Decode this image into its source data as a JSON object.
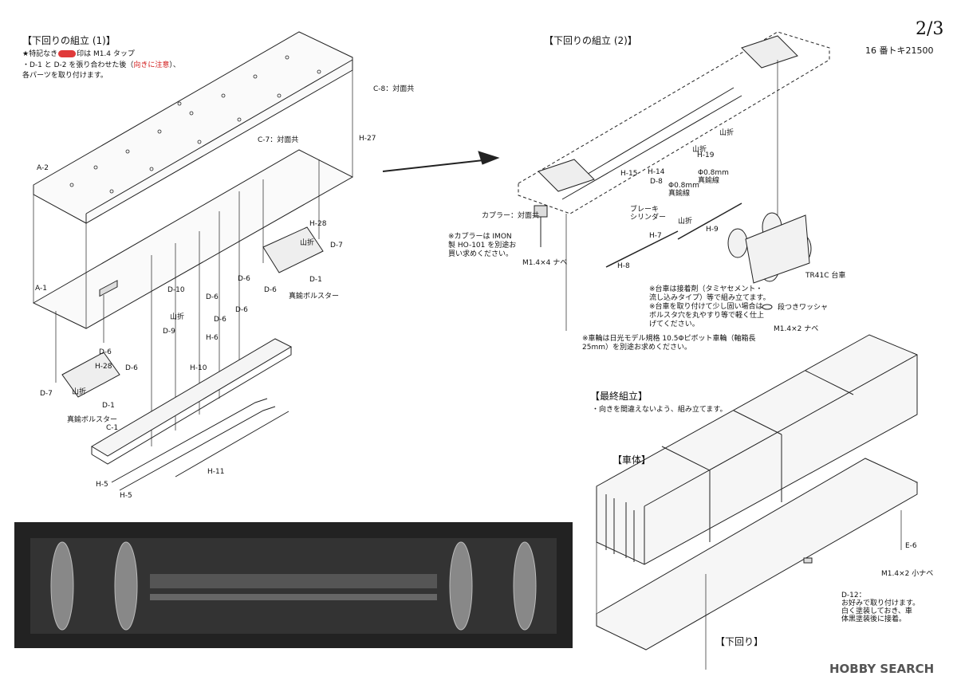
{
  "page_number": "2/3",
  "model_name": "16 番トキ21500",
  "section1": {
    "title": "【下回りの組立 (1)】",
    "note1_pre": "★特記なき",
    "note1_post": "印は M1.4 タップ",
    "note2_pre": "・D-1 と D-2 を張り合わせた後（",
    "note2_red": "向きに注意",
    "note2_post": "）、",
    "note3": "各パーツを取り付けます。"
  },
  "section2": {
    "title": "【下回りの組立 (2)】",
    "coupler_label": "カプラー：対面共",
    "coupler_note": [
      "※カプラーは IMON",
      "製 HO-101 を別途お",
      "買い求めください。"
    ],
    "screw1": "M1.4×4 ナベ",
    "truck_label": "TR41C 台車",
    "washer_label": "段つきワッシャ",
    "screw2": "M1.4×2 ナベ",
    "truck_note": [
      "※台車は接着剤（タミヤセメント・",
      "流し込みタイプ）等で組み立てます。",
      "※台車を取り付けて少し固い場合は",
      "ボルスタ穴を丸やすり等で軽く仕上",
      "げてください。"
    ],
    "wheel_note": [
      "※車輪は日光モデル規格 10.5Φピボット車輪（軸箱長",
      "25mm）を別途お求めください。"
    ],
    "brake_label": [
      "ブレーキ",
      "シリンダー"
    ],
    "wire1": [
      "Φ0.8mm",
      "真鍮線"
    ],
    "wire2": [
      "Φ0.8mm",
      "真鍮線"
    ],
    "yamaori": "山折"
  },
  "section3": {
    "title": "【最終組立】",
    "note": "・向きを間違えないよう、組み立てます。",
    "body_label": "【車体】",
    "under_label": "【下回り】",
    "e6": "E-6",
    "screw3": "M1.4×2 小ナベ",
    "d12": [
      "D-12：",
      "お好みで取り付けます。",
      "白く塗装しておき、車",
      "体黒塗装後に接着。"
    ]
  },
  "part_labels": {
    "a2": "A-2",
    "a1": "A-1",
    "c1": "C-1",
    "c7": "C-7：対面共",
    "c8": "C-8：対面共",
    "h27": "H-27",
    "h28a": "H-28",
    "h28b": "H-28",
    "d7a": "D-7",
    "d7b": "D-7",
    "d1a": "D-1",
    "d1b": "D-1",
    "d6a": "D-6",
    "d6b": "D-6",
    "d6c": "D-6",
    "d6d": "D-6",
    "d6e": "D-6",
    "d6f": "D-6",
    "d6g": "D-6",
    "d9": "D-9",
    "d10": "D-10",
    "h6": "H-6",
    "h10": "H-10",
    "h5a": "H-5",
    "h5b": "H-5",
    "h11": "H-11",
    "bolster1": "真鍮ボルスター",
    "bolster2": "真鍮ボルスター",
    "yamaori1": "山折",
    "yamaori2": "山折",
    "yamaori3": "山折",
    "h15": "H-15",
    "h14": "H-14",
    "d8": "D-8",
    "h19": "H-19",
    "h7": "H-7",
    "h9": "H-9",
    "h8": "H-8",
    "yamaori4": "山折",
    "yamaori5": "山折"
  },
  "watermark": "HOBBY SEARCH"
}
